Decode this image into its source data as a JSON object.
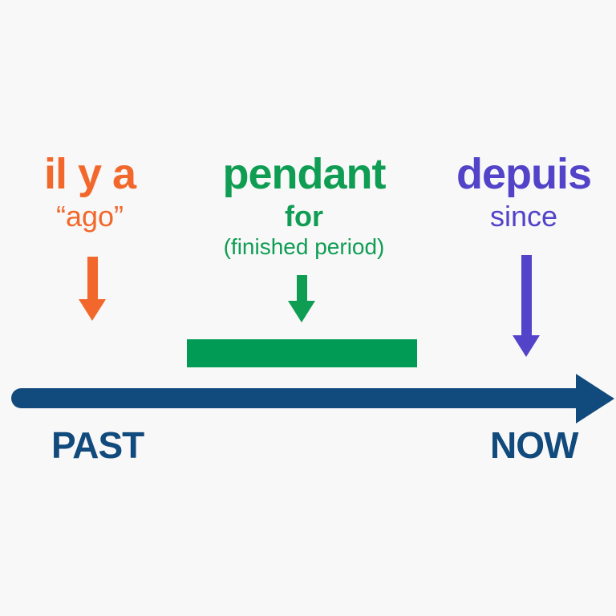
{
  "diagram": {
    "background_color": "#f8f8f8",
    "terms": [
      {
        "word": "il y a",
        "translation": "“ago”",
        "color": "#f2682c"
      },
      {
        "word": "pendant",
        "translation": "for",
        "note": "(finished period)",
        "color": "#0f9d53"
      },
      {
        "word": "depuis",
        "translation": "since",
        "color": "#5243c8"
      }
    ],
    "duration_bar": {
      "color": "#019b55"
    },
    "timeline": {
      "color": "#114a7c",
      "past_label": "PAST",
      "now_label": "NOW"
    },
    "icons": {
      "ago_arrow": "down-arrow",
      "pendant_arrow": "down-arrow",
      "depuis_arrow": "down-arrow",
      "timeline_arrow": "right-arrow"
    }
  }
}
